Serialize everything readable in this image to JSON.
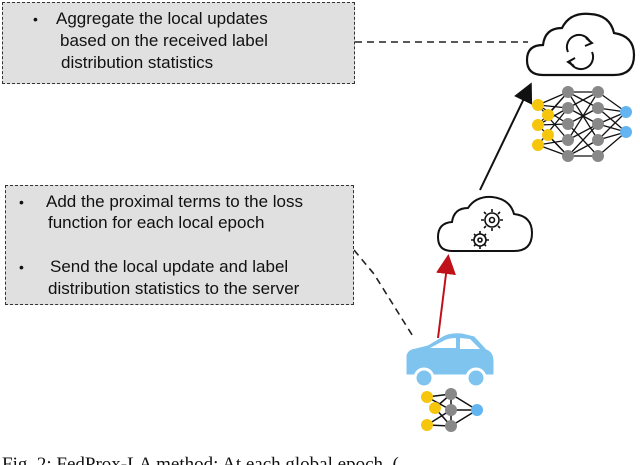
{
  "server_box": {
    "bullet": "•",
    "lines": [
      "Aggregate the local updates",
      "based on the received label",
      "distribution statistics"
    ]
  },
  "client_box": {
    "bullet1": "•",
    "item1": [
      "Add the proximal terms to the loss",
      "function for each local epoch"
    ],
    "bullet2": "•",
    "item2": [
      "Send the local update and label",
      "distribution statistics to the server"
    ]
  },
  "caption": "Fig. 2: FedProx-LA method: At each global epoch, (..."
}
